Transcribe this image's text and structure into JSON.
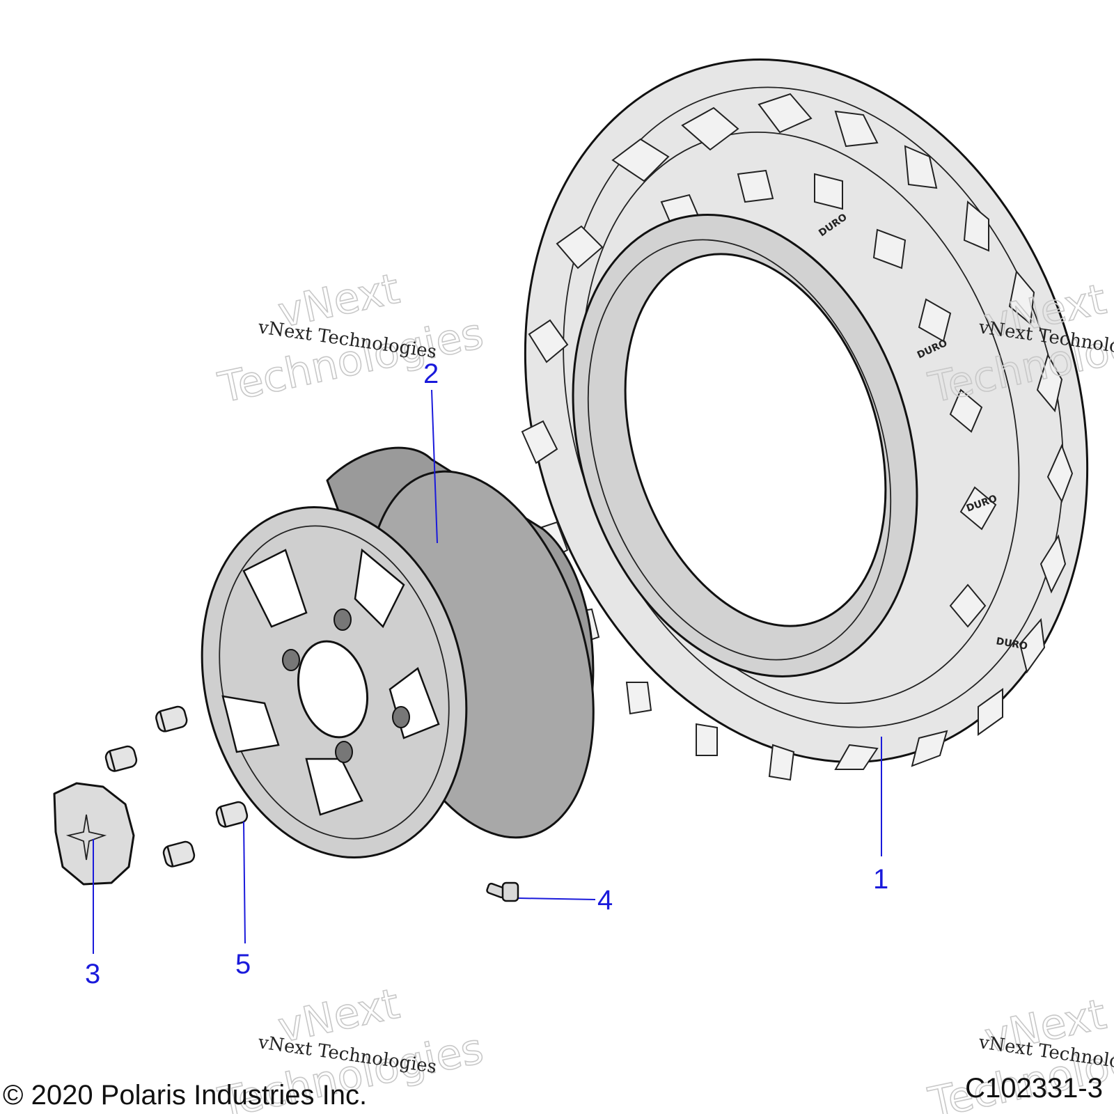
{
  "callouts": [
    {
      "id": "1",
      "label": "1"
    },
    {
      "id": "2",
      "label": "2"
    },
    {
      "id": "3",
      "label": "3"
    },
    {
      "id": "4",
      "label": "4"
    },
    {
      "id": "5",
      "label": "5"
    }
  ],
  "watermark": {
    "line_small": "vNext Technologies",
    "line_big_1": "vNext",
    "line_big_2": "Technologies"
  },
  "footer": {
    "copyright": "© 2020 Polaris Industries Inc.",
    "diagram_code": "C102331-3"
  },
  "tire_brand_mark": "DURO",
  "colors": {
    "callout": "#1a1adb",
    "outline": "#111111",
    "part_fill": "#dedede",
    "rim_fill": "#9a9a9a"
  }
}
